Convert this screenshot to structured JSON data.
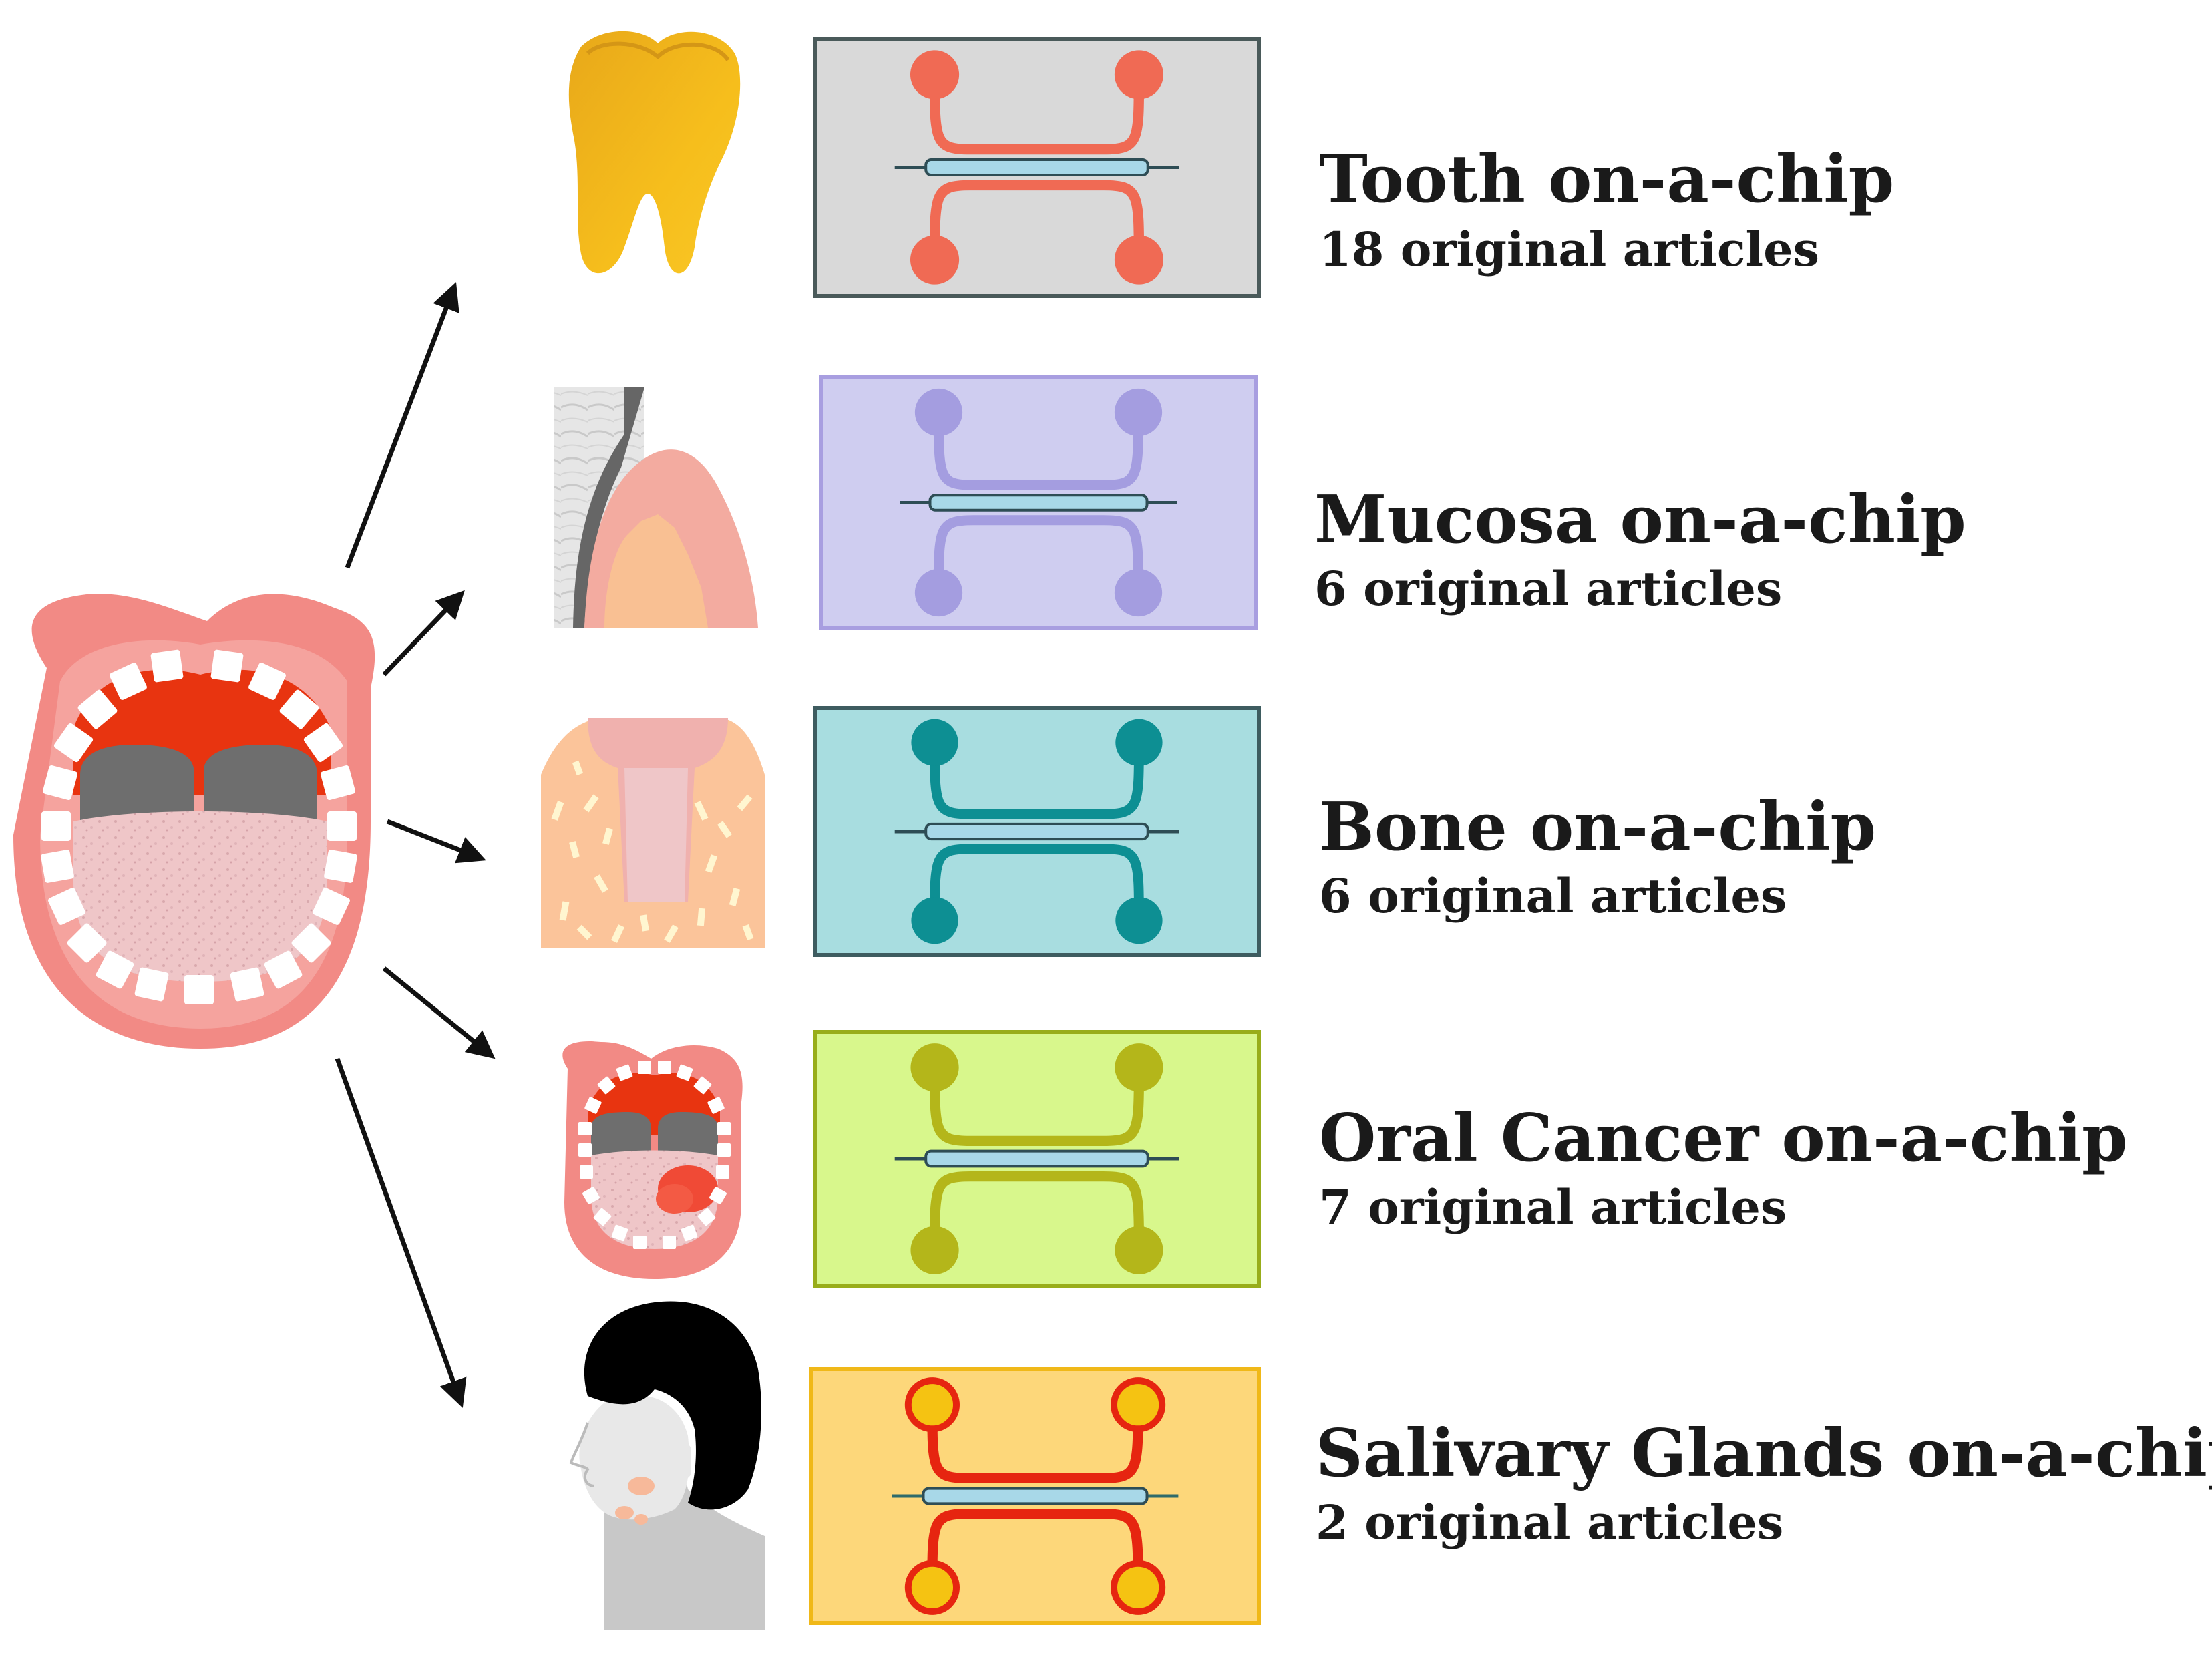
{
  "categories": [
    {
      "title": "Tooth on-a-chip",
      "count_label": "18 original articles",
      "color": "#f06a54",
      "bg": "#d9d9d9",
      "border": "#4a5a5a"
    },
    {
      "title": "Mucosa on-a-chip",
      "count_label": "6 original articles",
      "color": "#a49de0",
      "bg": "#cfcdf0",
      "border": "#a89ee0"
    },
    {
      "title": "Bone on-a-chip",
      "count_label": "6 original articles",
      "color": "#0d8f93",
      "bg": "#a8dde0",
      "border": "#3e5c60"
    },
    {
      "title": "Oral Cancer on-a-chip",
      "count_label": "7 original articles",
      "color": "#b4b61a",
      "bg": "#d8f78c",
      "border": "#98ad1a"
    },
    {
      "title": "Salivary Glands on-a-chip",
      "count_label": "2 original articles",
      "color": "#e62510",
      "bg": "#fdd77a",
      "border": "#f0b818",
      "circle_fill": "#f5c312"
    }
  ],
  "colors": {
    "lips": "#f28a85",
    "palate": "#e83410",
    "tongue": "#efc8c8",
    "teeth": "#ffffff",
    "molar": "#6e6e6e",
    "tooth_gold": "#f0b418",
    "channel": "#a8d8e8",
    "arrow": "#111111"
  },
  "icons": [
    "mouth-icon",
    "tooth-icon",
    "mucosa-icon",
    "bone-icon",
    "oral-cancer-icon",
    "salivary-glands-head-icon",
    "chip-icon",
    "arrow-icon"
  ]
}
